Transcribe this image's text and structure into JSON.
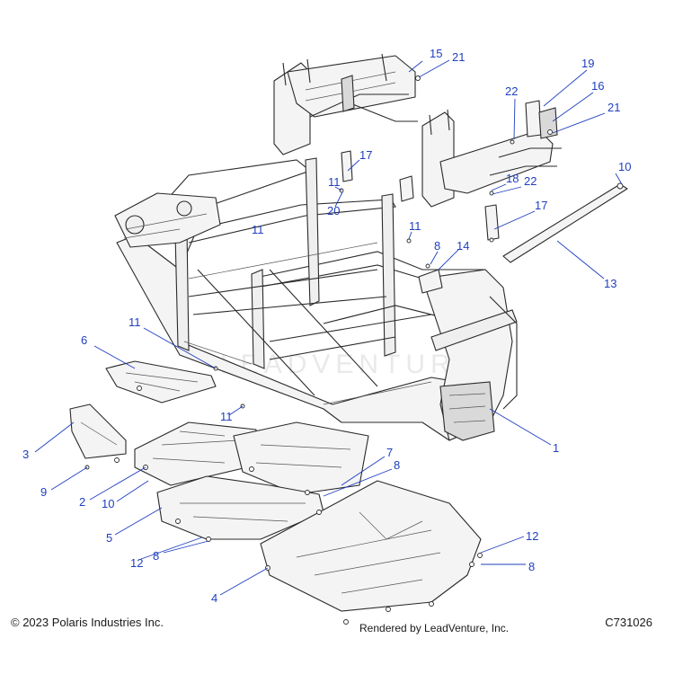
{
  "footer": {
    "copyright": "© 2023 Polaris Industries Inc.",
    "rendered_by": "Rendered by LeadVenture, Inc.",
    "diagram_code": "C731026"
  },
  "watermark": "LEADVENTURE",
  "callouts": [
    "15",
    "21",
    "19",
    "22",
    "16",
    "21",
    "17",
    "11",
    "20",
    "18",
    "22",
    "10",
    "11",
    "11",
    "17",
    "8",
    "14",
    "13",
    "11",
    "6",
    "11",
    "3",
    "9",
    "2",
    "10",
    "7",
    "8",
    "5",
    "12",
    "8",
    "1",
    "4",
    "12",
    "8"
  ],
  "colors": {
    "callout": "#1f3fbf",
    "line": "#2a2a2a",
    "part_fill": "#f4f4f4"
  }
}
